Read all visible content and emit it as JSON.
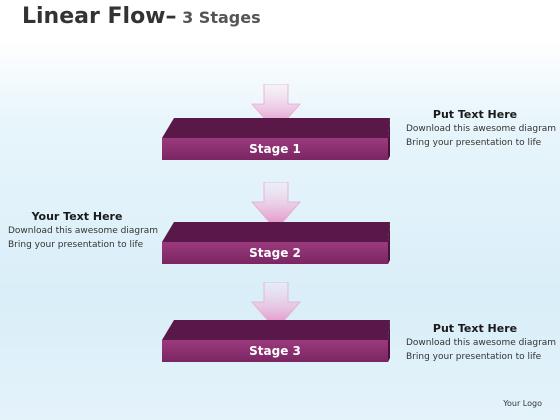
{
  "title": {
    "main": "Linear Flow–",
    "sub": " 3 Stages"
  },
  "stages": [
    {
      "label": "Stage 1"
    },
    {
      "label": "Stage 2"
    },
    {
      "label": "Stage 3"
    }
  ],
  "text_blocks": [
    {
      "heading": "Put Text Here",
      "line1": "Download this awesome diagram",
      "line2": "Bring your presentation to life"
    },
    {
      "heading": "Your Text Here",
      "line1": "Download this awesome diagram",
      "line2": "Bring your presentation to life"
    },
    {
      "heading": "Put Text Here",
      "line1": "Download this awesome diagram",
      "line2": "Bring your presentation to life"
    }
  ],
  "footer": {
    "logo": "Your Logo"
  },
  "colors": {
    "stage_face": "#8a2f6e",
    "stage_top": "#5a1848",
    "arrow_light": "#f7d2ea",
    "arrow_dark": "#d86fb3"
  }
}
